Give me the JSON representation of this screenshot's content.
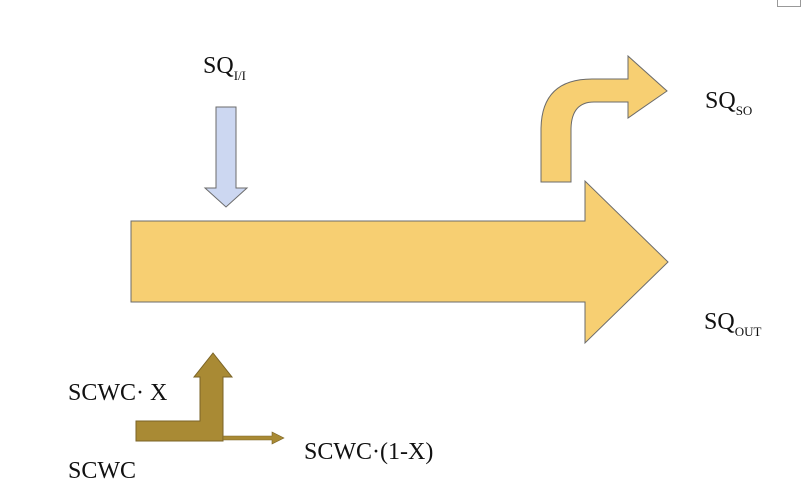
{
  "labels": {
    "sq_ii": {
      "base": "SQ",
      "sub": "I/I"
    },
    "sq_so": {
      "base": "SQ",
      "sub": "SO"
    },
    "sq_out": {
      "base": "SQ",
      "sub": "OUT"
    },
    "scwc_x": "SCWC· X",
    "scwc": "SCWC",
    "scwc_1x": "SCWC·(1-X)"
  },
  "colors": {
    "main_flow": "#f7cf72",
    "inflow_arrow": "#ccd7f1",
    "scwc_arrow": "#a98a34",
    "stroke": "#6b6b6b"
  }
}
